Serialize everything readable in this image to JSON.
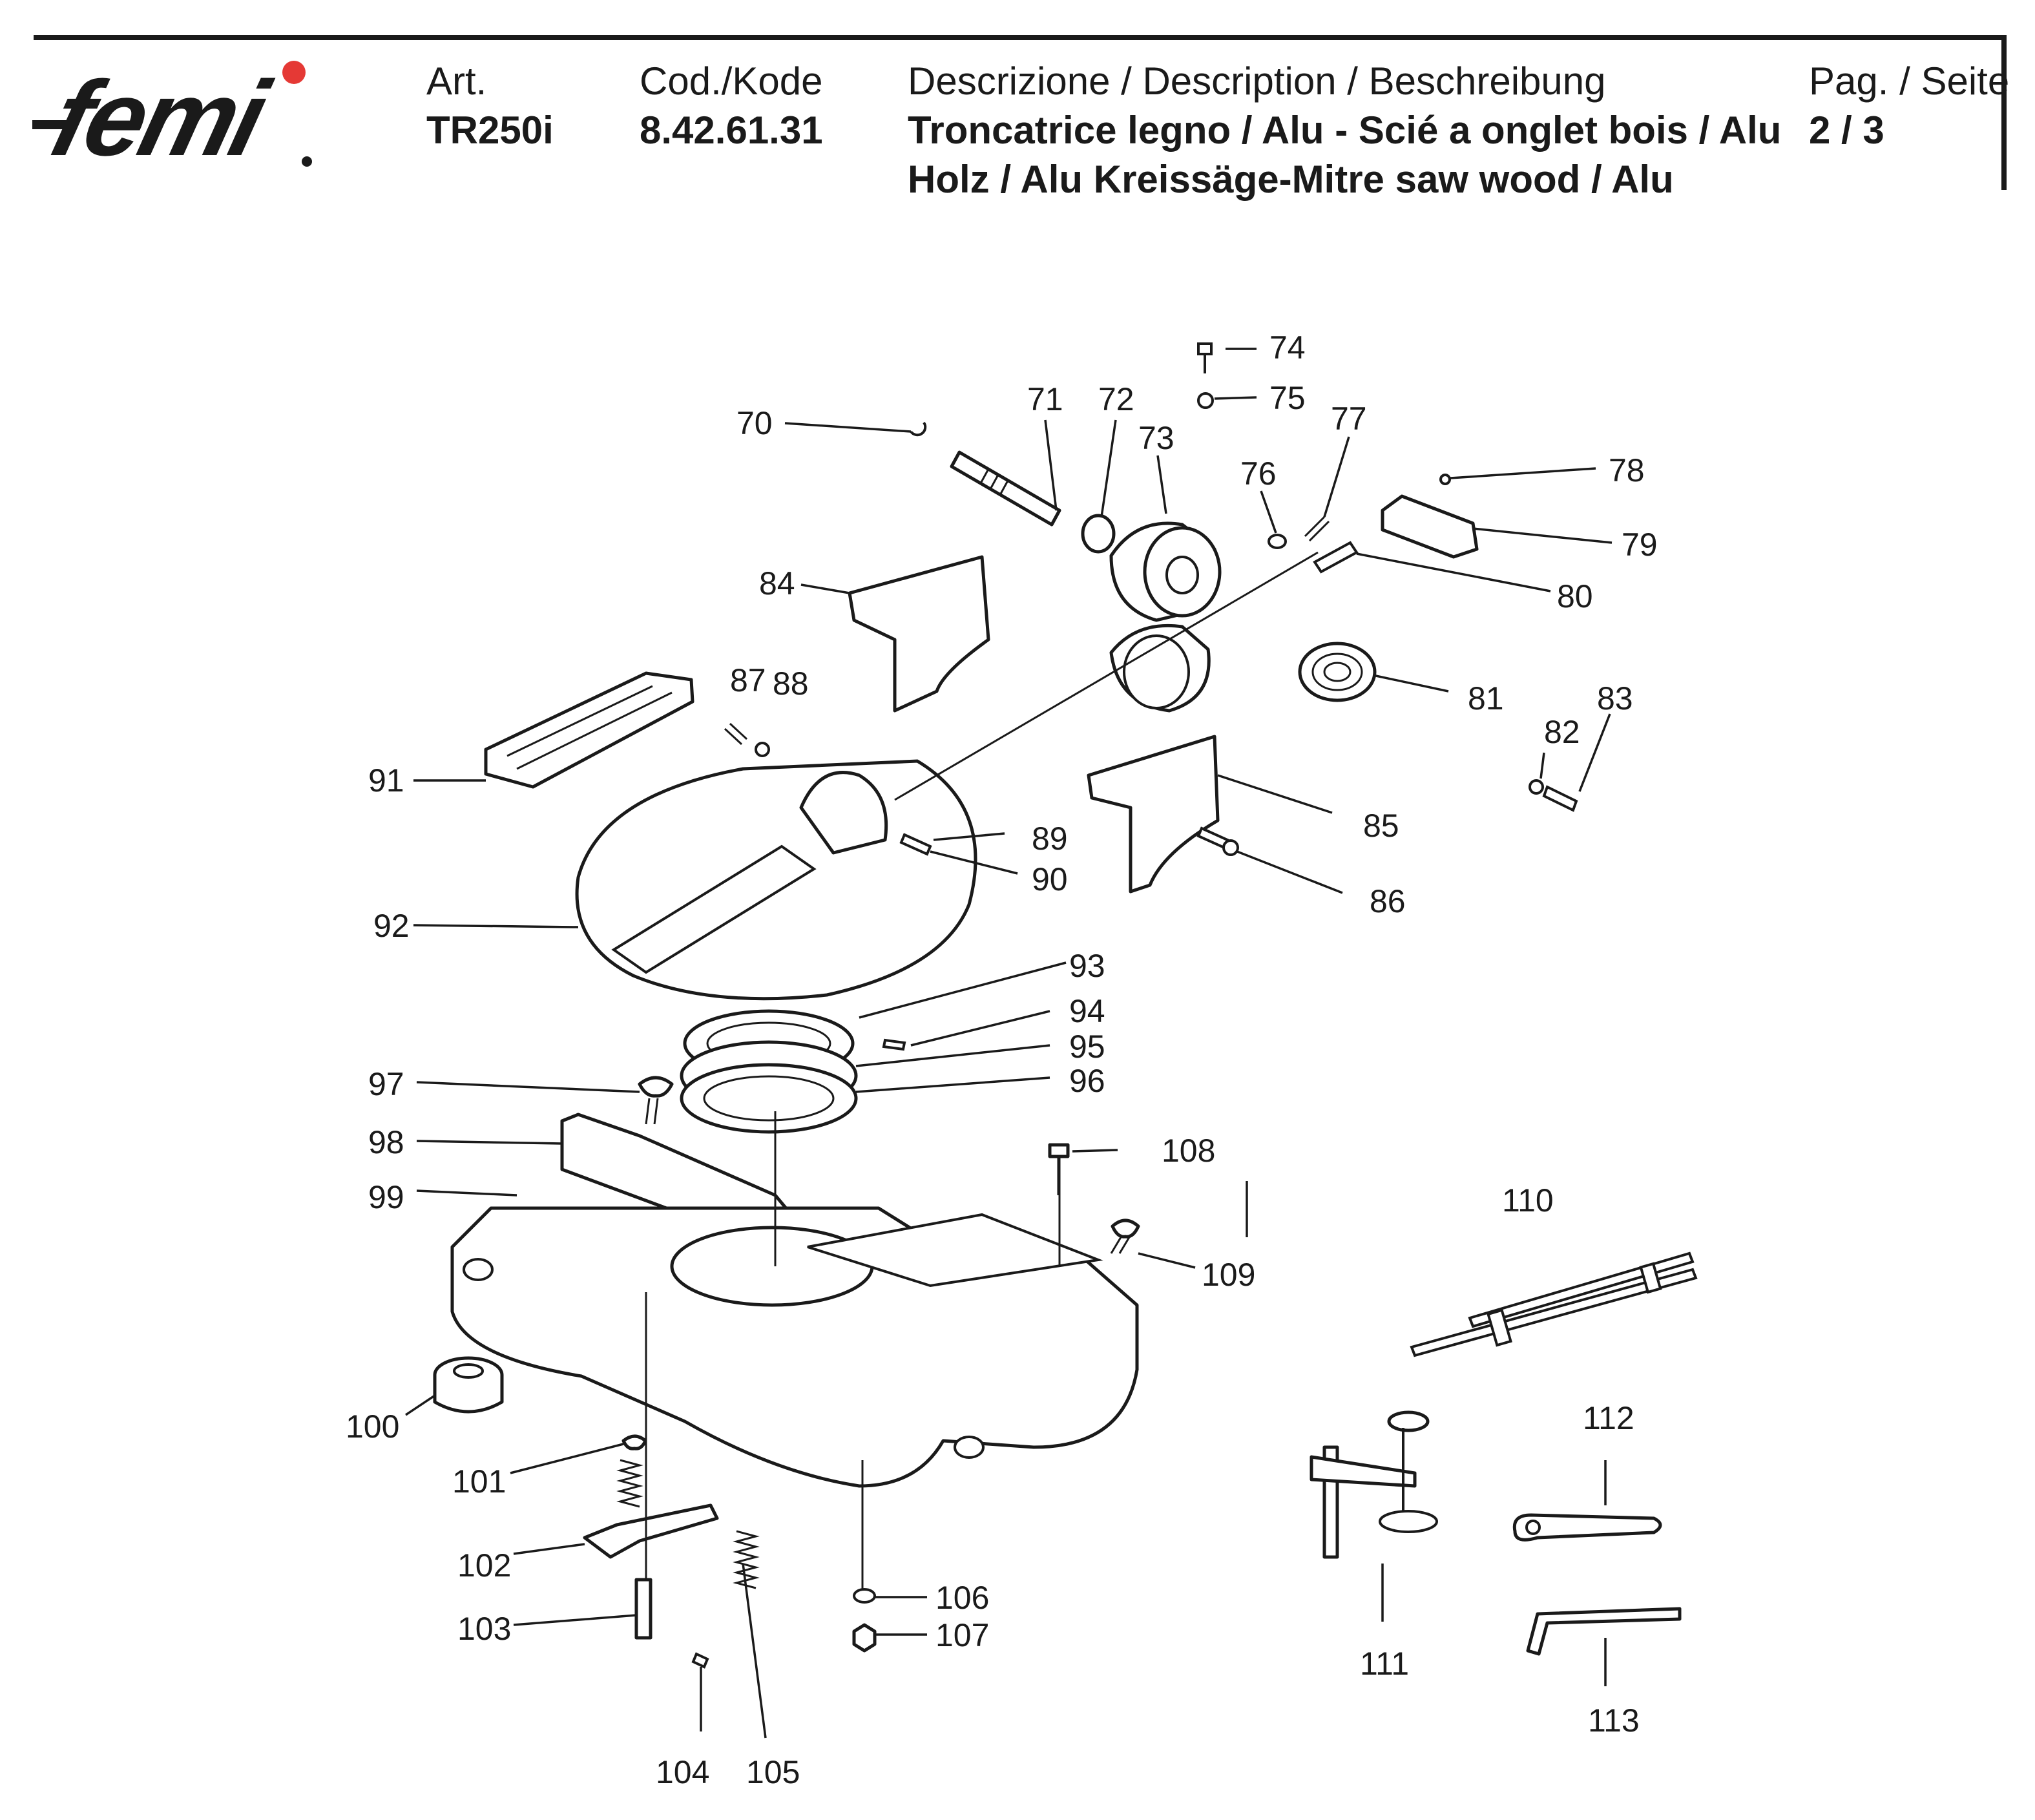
{
  "header": {
    "brand": "femi",
    "brand_dot_color": "#e53935",
    "art_label": "Art.",
    "art_value": "TR250i",
    "code_label": "Cod./Kode",
    "code_value": "8.42.61.31",
    "desc_label": "Descrizione / Description / Beschreibung",
    "desc_line1": "Troncatrice legno / Alu - Scié a onglet bois / Alu",
    "desc_line2": "Holz / Alu Kreissäge-Mitre saw wood / Alu",
    "page_label": "Pag. / Seite",
    "page_value": "2 / 3"
  },
  "part_numbers": {
    "p70": "70",
    "p71": "71",
    "p72": "72",
    "p73": "73",
    "p74": "74",
    "p75": "75",
    "p76": "76",
    "p77": "77",
    "p78": "78",
    "p79": "79",
    "p80": "80",
    "p81": "81",
    "p82": "82",
    "p83": "83",
    "p84": "84",
    "p85": "85",
    "p86": "86",
    "p87": "87",
    "p88": "88",
    "p89": "89",
    "p90": "90",
    "p91": "91",
    "p92": "92",
    "p93": "93",
    "p94": "94",
    "p95": "95",
    "p96": "96",
    "p97": "97",
    "p98": "98",
    "p99": "99",
    "p100": "100",
    "p101": "101",
    "p102": "102",
    "p103": "103",
    "p104": "104",
    "p105": "105",
    "p106": "106",
    "p107": "107",
    "p108": "108",
    "p109": "109",
    "p110": "110",
    "p111": "111",
    "p112": "112",
    "p113": "113"
  }
}
